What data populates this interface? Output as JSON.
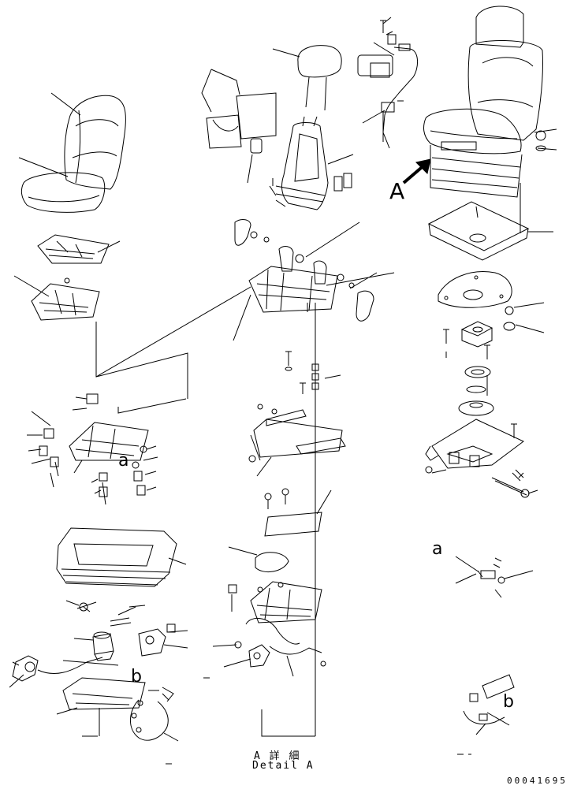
{
  "diagram": {
    "view_label_A": "A",
    "ref_label_a_top": "a",
    "ref_label_a_right": "a",
    "ref_label_b_left": "b",
    "ref_label_b_right": "b",
    "detail_caption_jp": "A 詳 細",
    "detail_caption_en": "Detail A",
    "drawing_number": "00041695"
  }
}
